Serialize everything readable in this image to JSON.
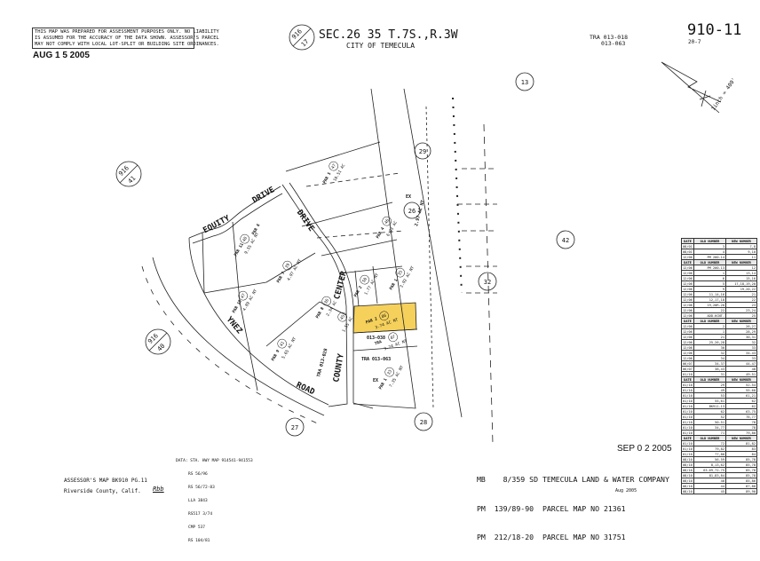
{
  "header": {
    "disclaimer": [
      "THIS MAP WAS PREPARED FOR ASSESSMENT PURPOSES ONLY. NO LIABILITY",
      "IS ASSUMED FOR THE ACCURACY OF THE DATA SHOWN. ASSESSOR'S PARCEL",
      "MAY NOT COMPLY WITH LOCAL LOT-SPLIT OR BUILDING SITE ORDINANCES."
    ],
    "stamp_date": "AUG 1 5 2005",
    "section": "SEC.26 35 T.7S.,R.3W",
    "city": "CITY OF TEMECULA",
    "tra": [
      "TRA 013-018",
      "013-063"
    ],
    "map_number": "910-11",
    "sub_number": "20-7",
    "scale": "1inch = 400'"
  },
  "map": {
    "highlight_color": "#f5d15c",
    "book_refs": [
      {
        "top": "916",
        "bottom": "17"
      },
      {
        "top": "916",
        "bottom": "41"
      },
      {
        "top": "916",
        "bottom": "40"
      }
    ],
    "block_numbers": [
      "13",
      "29",
      "26",
      "42",
      "32",
      "27",
      "28"
    ],
    "roads": [
      "EQUITY",
      "DRIVE",
      "DRIVE",
      "CENTER",
      "COUNTY",
      "YNEZ",
      "ROAD"
    ],
    "parcels": [
      {
        "par": "PAR 5",
        "num": "47",
        "area": "10.51 AC"
      },
      {
        "par": "PAR 4",
        "num": "46",
        "area": "6.93 AC"
      },
      {
        "par": "PAR 11",
        "num": "48",
        "area": "9.55 AC NT"
      },
      {
        "par": "PAR 6",
        "num": "",
        "area": ""
      },
      {
        "par": "PAR 7",
        "num": "39",
        "area": "4.97 AC NT"
      },
      {
        "par": "PAR 10",
        "num": "47",
        "area": "4.89 AC NT"
      },
      {
        "par": "PAR 1",
        "num": "35",
        "area": "3.92 AC NT"
      },
      {
        "par": "PAR 2",
        "num": "50",
        "area": "1.77 AC NT"
      },
      {
        "par": "PAR 8",
        "num": "36",
        "area": "2.34 AC"
      },
      {
        "par": "",
        "num": "45",
        "area": "1.55 AC"
      },
      {
        "par": "PAR 9",
        "num": "41",
        "area": "5.65 AC NT"
      },
      {
        "par": "PAR 2",
        "num": "86",
        "area": "3.74 AC NT"
      },
      {
        "par": "TRA",
        "num": "87",
        "area": "3.74 AC NT"
      },
      {
        "par": "PAR 1",
        "num": "33",
        "area": "7.35 AC NT"
      }
    ],
    "tra_labels": [
      "013-038",
      "TRA 013-063",
      "TRA 013-028"
    ],
    "misc": {
      "ex1": "EX",
      "ex2": "EX",
      "east_area": "2.97 AC NT"
    }
  },
  "change_table": {
    "headers": [
      "DATE",
      "OLD NUMBER",
      "NEW NUMBER"
    ],
    "sections": [
      [
        [
          "08/01",
          "3",
          "7,8"
        ],
        [
          "08/01",
          "4",
          "9,10"
        ],
        [
          "12/06",
          "PM 200-14",
          "11"
        ]
      ],
      [
        [
          "12/06",
          "PM 200-13",
          "12"
        ],
        [
          "12/06",
          "1",
          "13,14"
        ],
        [
          "12/06",
          "6",
          "15,16"
        ],
        [
          "12/06",
          "5",
          "17,18,19,20"
        ],
        [
          "12/06",
          "9",
          "19,20,22"
        ],
        [
          "12/06",
          "11,14,16",
          "21"
        ],
        [
          "12/06",
          "12,17,18",
          "22"
        ],
        [
          "12/06",
          "19,20R-20",
          "23"
        ],
        [
          "12/06",
          "22",
          "23,24"
        ],
        [
          "12/06",
          "ADD-KCNT.",
          "25"
        ]
      ],
      [
        [
          "12/06",
          "2",
          "26,27"
        ],
        [
          "12/06",
          "1",
          "28,29"
        ],
        [
          "12/06",
          "21",
          "30,31"
        ],
        [
          "12/06",
          "25,26,28",
          "32"
        ],
        [
          "12/06",
          "30",
          "33"
        ],
        [
          "12/06",
          "32",
          "34-43"
        ],
        [
          "12/06",
          "34",
          "33"
        ],
        [
          "06/07",
          "34-37",
          "44-47"
        ],
        [
          "06/07",
          "38,43",
          "48"
        ],
        [
          "01/10",
          "31",
          "49-51"
        ]
      ],
      [
        [
          "01/10",
          "29",
          "52-54"
        ],
        [
          "01/10",
          "49",
          "55-60"
        ],
        [
          "01/10",
          "53",
          "61,21"
        ],
        [
          "01/10",
          "55,61",
          "62"
        ],
        [
          "01/10",
          "BK911-13",
          "62"
        ],
        [
          "01/10",
          "62",
          "63-75"
        ],
        [
          "01/10",
          "52",
          "76,77"
        ],
        [
          "01/10",
          "50-51",
          "78"
        ],
        [
          "01/10",
          "34,77",
          "78"
        ],
        [
          "01/10",
          "71",
          "79,80"
        ]
      ],
      [
        [
          "01/10",
          "72",
          "81,82"
        ],
        [
          "01/10",
          "79,82",
          "83"
        ],
        [
          "01/10",
          "77,80",
          "84"
        ],
        [
          "08/10",
          "56-59",
          "85,78"
        ],
        [
          "08/10",
          "8,13,62",
          "85,78"
        ],
        [
          "08/10",
          "63-69,72-75",
          "85,78"
        ],
        [
          "08/10",
          "81,83,84",
          "85,78"
        ],
        [
          "08/10",
          "40",
          "85,86"
        ],
        [
          "08/10",
          "44",
          "87,88"
        ],
        [
          "08/10",
          "45",
          "89,90"
        ]
      ]
    ]
  },
  "footer": {
    "data_refs": [
      "DATA: STA. HWY MAP 914541-941553",
      "RS 56/96",
      "RS 56/72-83",
      "LLA 3843",
      "RS517 3/74",
      "CMP 537",
      "RS 104/81"
    ],
    "assessor_map": "ASSESSOR'S MAP BK910 PG.11",
    "county": "Riverside County, Calif.",
    "initials": "Rbb",
    "stamp_date": "SEP 0 2 2005",
    "references": [
      "MB    8/359 SD TEMECULA LAND & WATER COMPANY",
      "PM  139/89-90  PARCEL MAP NO 21361",
      "PM  212/18-20  PARCEL MAP NO 31751"
    ],
    "revision": "Aug 2005"
  }
}
